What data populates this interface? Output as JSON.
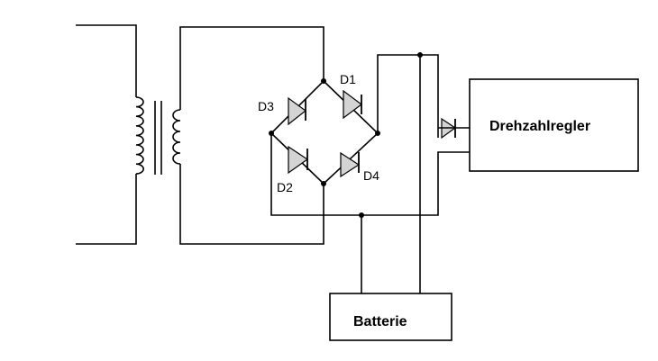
{
  "components": {
    "d1": "D1",
    "d2": "D2",
    "d3": "D3",
    "d4": "D4",
    "controller": "Drehzahlregler",
    "battery": "Batterie"
  },
  "colors": {
    "diode_fill": "#d4d4d4",
    "line": "#000000",
    "background": "#ffffff"
  }
}
